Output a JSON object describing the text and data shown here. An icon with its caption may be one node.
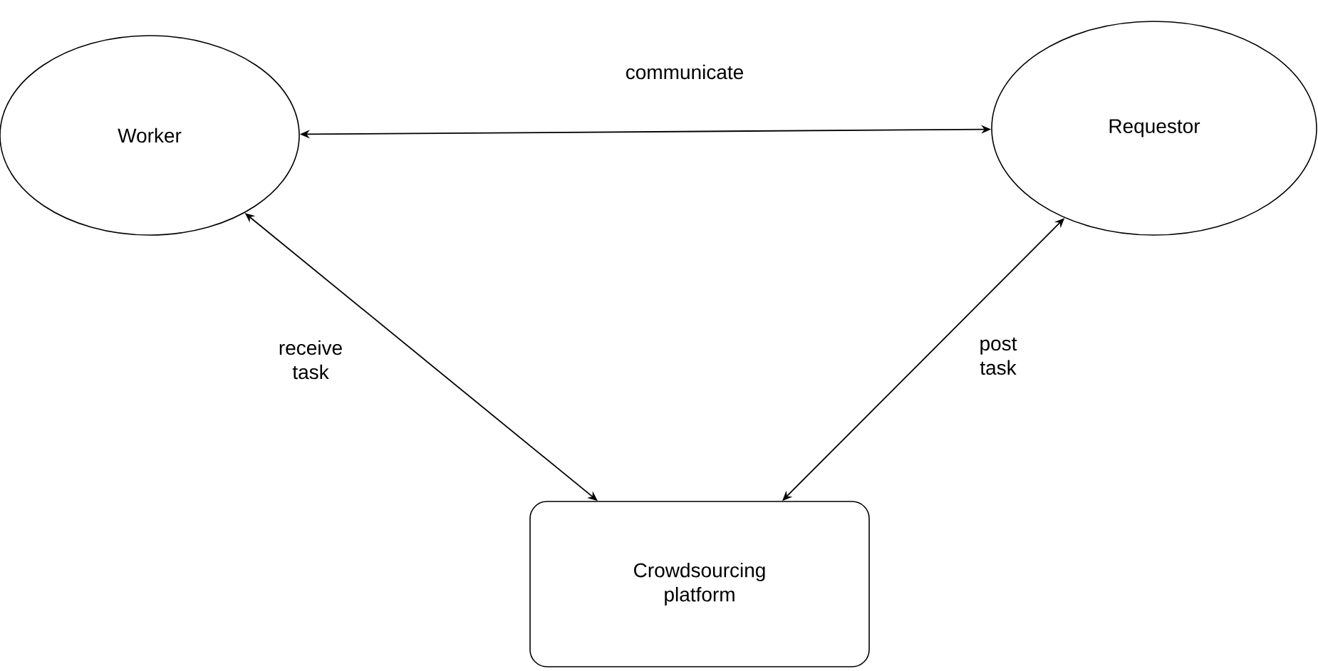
{
  "diagram": {
    "nodes": [
      {
        "text": [
          "Worker"
        ]
      },
      {
        "text": [
          "Requestor"
        ]
      },
      {
        "text": [
          "Crowdsourcing platform"
        ]
      }
    ],
    "edges": [
      {
        "from": 0,
        "to": 1,
        "arrow": "both",
        "label": "communicate"
      },
      {
        "from": 0,
        "to": 2,
        "arrow": "both",
        "label": "receive task"
      },
      {
        "from": 1,
        "to": 2,
        "arrow": "both",
        "label": "post task"
      }
    ]
  }
}
